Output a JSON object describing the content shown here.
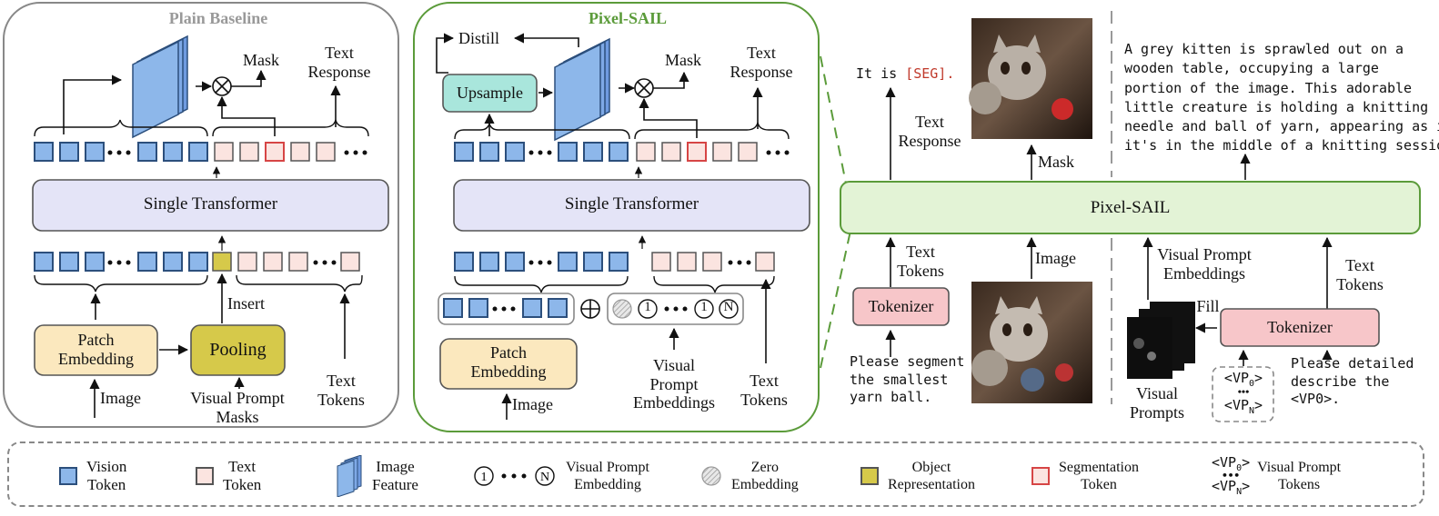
{
  "panels": {
    "plain_baseline": {
      "title": "Plain Baseline",
      "mask": "Mask",
      "text_response": "Text\nResponse",
      "single_transformer": "Single Transformer",
      "insert": "Insert",
      "patch_embedding": "Patch\nEmbedding",
      "pooling": "Pooling",
      "image": "Image",
      "visual_prompt_masks": "Visual Prompt\nMasks",
      "text_tokens": "Text\nTokens"
    },
    "pixel_sail": {
      "title": "Pixel-SAIL",
      "distill": "Distill",
      "upsample": "Upsample",
      "mask": "Mask",
      "text_response": "Text\nResponse",
      "single_transformer": "Single Transformer",
      "patch_embedding": "Patch\nEmbedding",
      "image": "Image",
      "visual_prompt_embeddings": "Visual\nPrompt\nEmbeddings",
      "text_tokens": "Text\nTokens",
      "vp_first": "1",
      "vp_last": "N"
    },
    "right": {
      "it_is": "It is ",
      "seg": "[SEG].",
      "text_response": "Text\nResponse",
      "mask": "Mask",
      "pixel_sail": "Pixel-SAIL",
      "text_tokens_left": "Text\nTokens",
      "image": "Image",
      "tokenizer_left": "Tokenizer",
      "prompt_left": "Please segment\nthe smallest\nyarn ball.",
      "caption": "A grey kitten is sprawled out on a\nwooden table, occupying a large\nportion of the image. This adorable\nlittle creature is holding a knitting\nneedle and ball of yarn, appearing as if\nit's in the middle of a knitting session...",
      "visual_prompt_embeddings": "Visual Prompt\nEmbeddings",
      "text_tokens_right": "Text\nTokens",
      "fill": "Fill",
      "tokenizer_right": "Tokenizer",
      "visual_prompts": "Visual\nPrompts",
      "vp0": "<VP",
      "vp0_sub": "0",
      "vpn_sub": "N",
      "prompt_right": "Please detailed\ndescribe the\n<VP0>."
    }
  },
  "legend": [
    {
      "icon": "vision-token",
      "text": "Vision\nToken"
    },
    {
      "icon": "text-token",
      "text": "Text\nToken"
    },
    {
      "icon": "image-feature",
      "text": "Image\nFeature"
    },
    {
      "icon": "visual-prompt-embedding",
      "text": "Visual Prompt\nEmbedding"
    },
    {
      "icon": "zero-embedding",
      "text": "Zero\nEmbedding"
    },
    {
      "icon": "object-representation",
      "text": "Object\nRepresentation"
    },
    {
      "icon": "segmentation-token",
      "text": "Segmentation\nToken"
    },
    {
      "icon": "visual-prompt-tokens",
      "text": "Visual Prompt\nTokens"
    }
  ],
  "colors": {
    "vision_token": "#8db7ea",
    "text_token": "#fbe4e0",
    "seg_token_border": "#d64545",
    "transformer_fill": "#e4e4f7",
    "patch_embedding_fill": "#fbe8be",
    "pooling_fill": "#d6c94a",
    "upsample_fill": "#a9e6dc",
    "pixel_sail_fill": "#e3f3d6",
    "tokenizer_fill": "#f7c6c9",
    "green_accent": "#5b9b3a"
  }
}
